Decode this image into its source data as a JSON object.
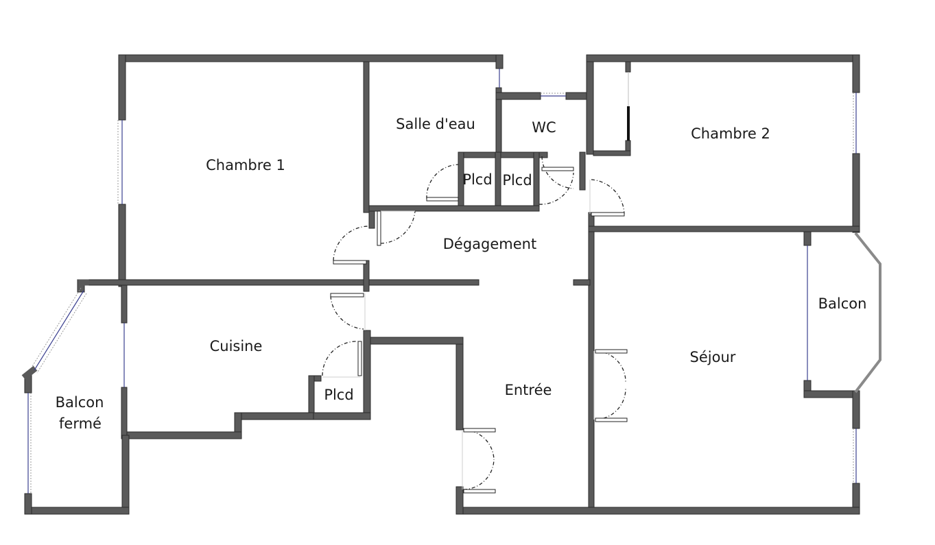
{
  "rooms": {
    "chambre_1": "Chambre 1",
    "salle_deau": "Salle d'eau",
    "wc": "WC",
    "chambre_2": "Chambre 2",
    "placard_1": "Plcd",
    "placard_2": "Plcd",
    "placard_3": "Plcd",
    "degagement": "Dégagement",
    "cuisine": "Cuisine",
    "balcon_ferme_line1": "Balcon",
    "balcon_ferme_line2": "fermé",
    "balcon": "Balcon",
    "sejour": "Séjour",
    "entree": "Entrée"
  },
  "colors": {
    "wall": "#5a5a5a",
    "window": "#3a3f8f",
    "background": "#ffffff"
  }
}
